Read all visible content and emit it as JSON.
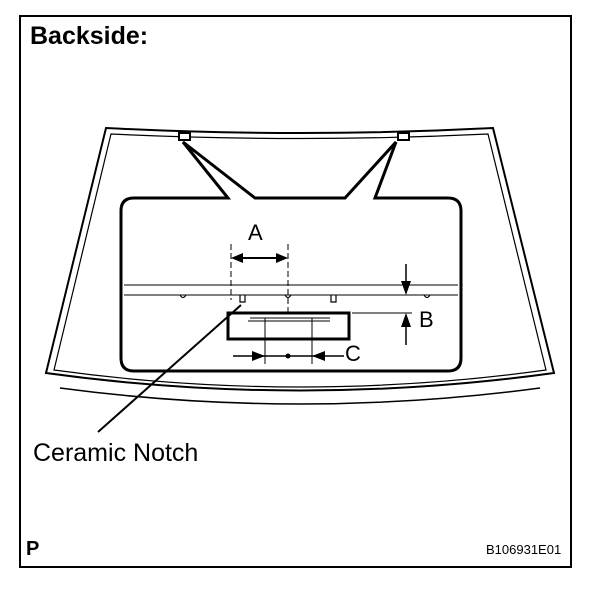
{
  "title": "Backside:",
  "labels": {
    "a": "A",
    "b": "B",
    "c": "C",
    "ceramic_notch": "Ceramic Notch"
  },
  "corner_mark": "P",
  "figure_id": "B106931E01"
}
